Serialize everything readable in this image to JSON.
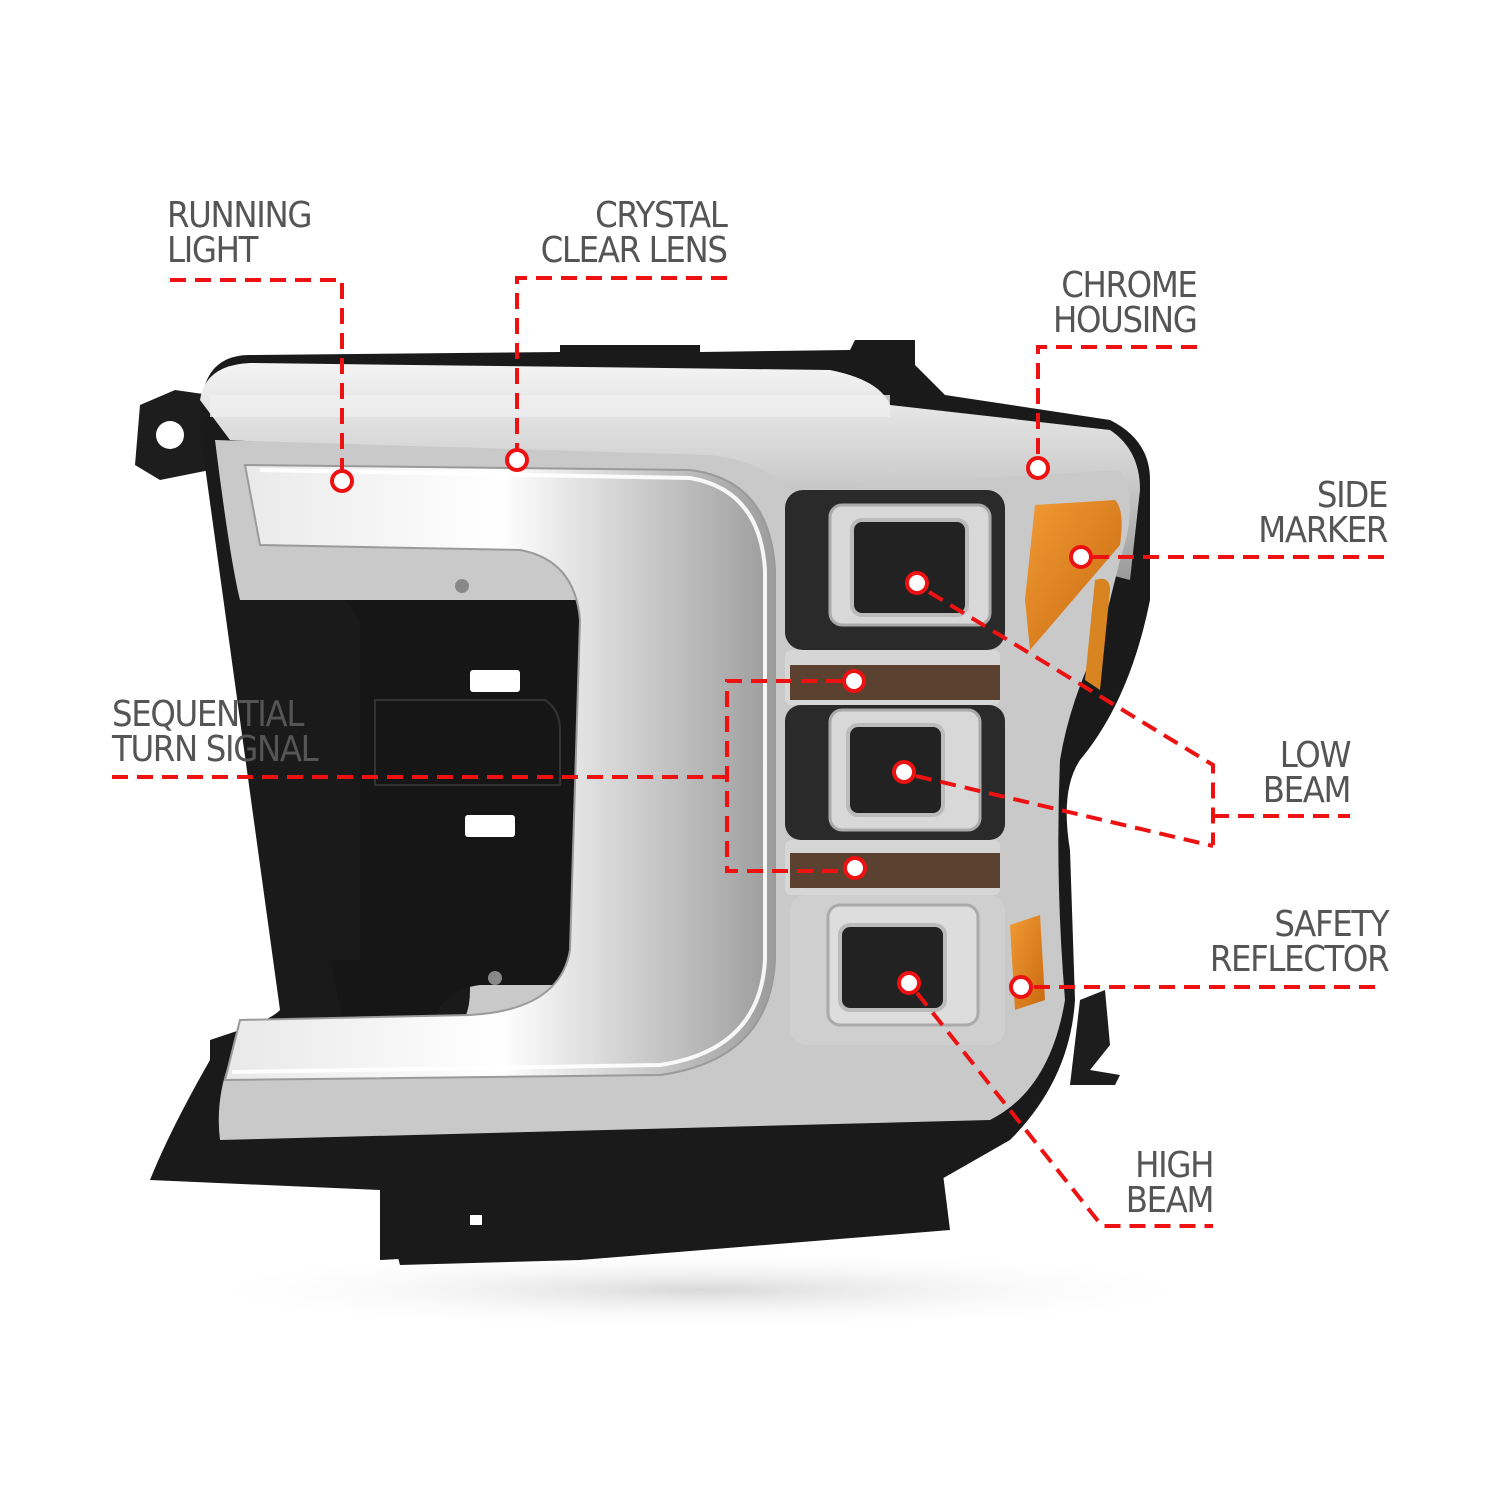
{
  "diagram": {
    "subject": "headlight-assembly",
    "accent_color": "#ee1111",
    "label_color": "#555555",
    "callouts": [
      {
        "id": "running-light",
        "line1": "RUNNING",
        "line2": "LIGHT"
      },
      {
        "id": "crystal-clear-lens",
        "line1": "CRYSTAL",
        "line2": "CLEAR LENS"
      },
      {
        "id": "chrome-housing",
        "line1": "CHROME",
        "line2": "HOUSING"
      },
      {
        "id": "side-marker",
        "line1": "SIDE",
        "line2": "MARKER"
      },
      {
        "id": "sequential-turn-signal",
        "line1": "SEQUENTIAL",
        "line2": "TURN SIGNAL"
      },
      {
        "id": "low-beam",
        "line1": "LOW",
        "line2": "BEAM"
      },
      {
        "id": "safety-reflector",
        "line1": "SAFETY",
        "line2": "REFLECTOR"
      },
      {
        "id": "high-beam",
        "line1": "HIGH",
        "line2": "BEAM"
      }
    ]
  }
}
